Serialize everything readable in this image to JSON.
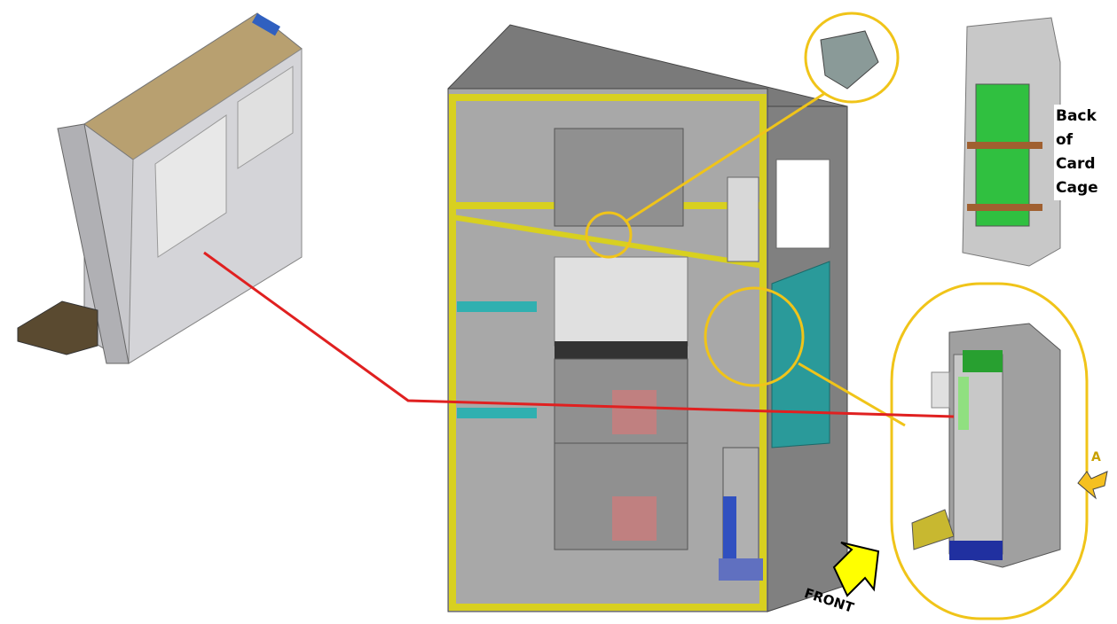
{
  "labels": {
    "back_of_card_cage": [
      "Back",
      "of",
      "Card",
      "Cage"
    ],
    "front": "FRONT",
    "view_a": "A"
  },
  "colors": {
    "callout_circle": "#f0c419",
    "connector_line": "#e02020",
    "cabinet_frame": "#d8d020",
    "cabinet_panel": "#8a8a8a",
    "arrow_fill": "#ffff00"
  }
}
